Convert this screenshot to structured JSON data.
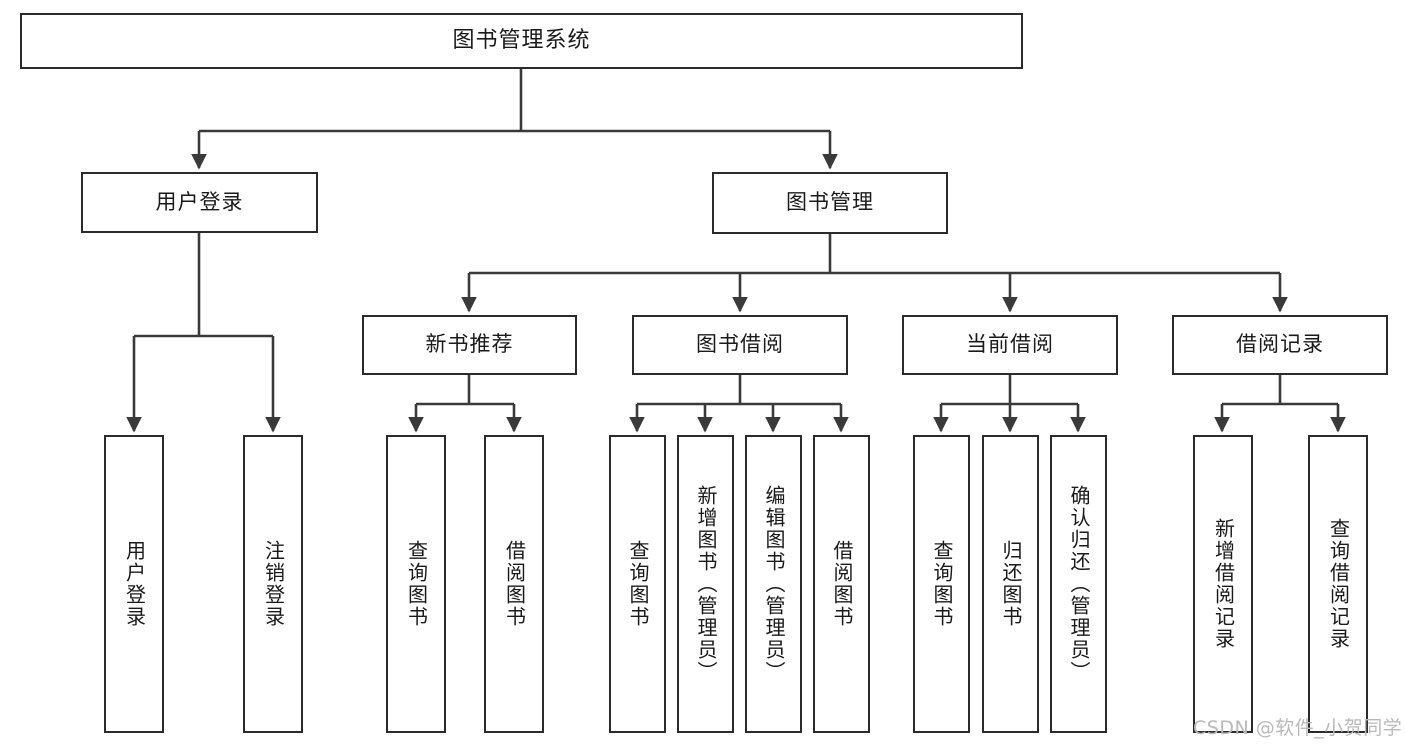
{
  "diagram": {
    "title": "图书管理系统",
    "type": "tree-hierarchy-diagram",
    "orientation": "top-down",
    "colors": {
      "box_border": "#2b2b2b",
      "box_fill": "#ffffff",
      "edge": "#3a3a3a",
      "text": "#1a1a1a",
      "watermark": "#b9b9b9",
      "background": "#ffffff"
    }
  },
  "root": {
    "label": "图书管理系统"
  },
  "level2": [
    {
      "label": "用户登录"
    },
    {
      "label": "图书管理"
    }
  ],
  "level3": [
    {
      "label": "新书推荐"
    },
    {
      "label": "图书借阅"
    },
    {
      "label": "当前借阅"
    },
    {
      "label": "借阅记录"
    }
  ],
  "leaves": {
    "user_login": [
      {
        "label": "用户登录"
      },
      {
        "label": "注销登录"
      }
    ],
    "new_book_recommend": [
      {
        "label": "查询图书"
      },
      {
        "label": "借阅图书"
      }
    ],
    "book_borrow": [
      {
        "label": "查询图书"
      },
      {
        "label": "新增图书（管理员）"
      },
      {
        "label": "编辑图书（管理员）"
      },
      {
        "label": "借阅图书"
      }
    ],
    "current_borrow": [
      {
        "label": "查询图书"
      },
      {
        "label": "归还图书"
      },
      {
        "label": "确认归还（管理员）"
      }
    ],
    "borrow_record": [
      {
        "label": "新增借阅记录"
      },
      {
        "label": "查询借阅记录"
      }
    ]
  },
  "watermark": {
    "text": "CSDN @软件_小贺同学"
  }
}
